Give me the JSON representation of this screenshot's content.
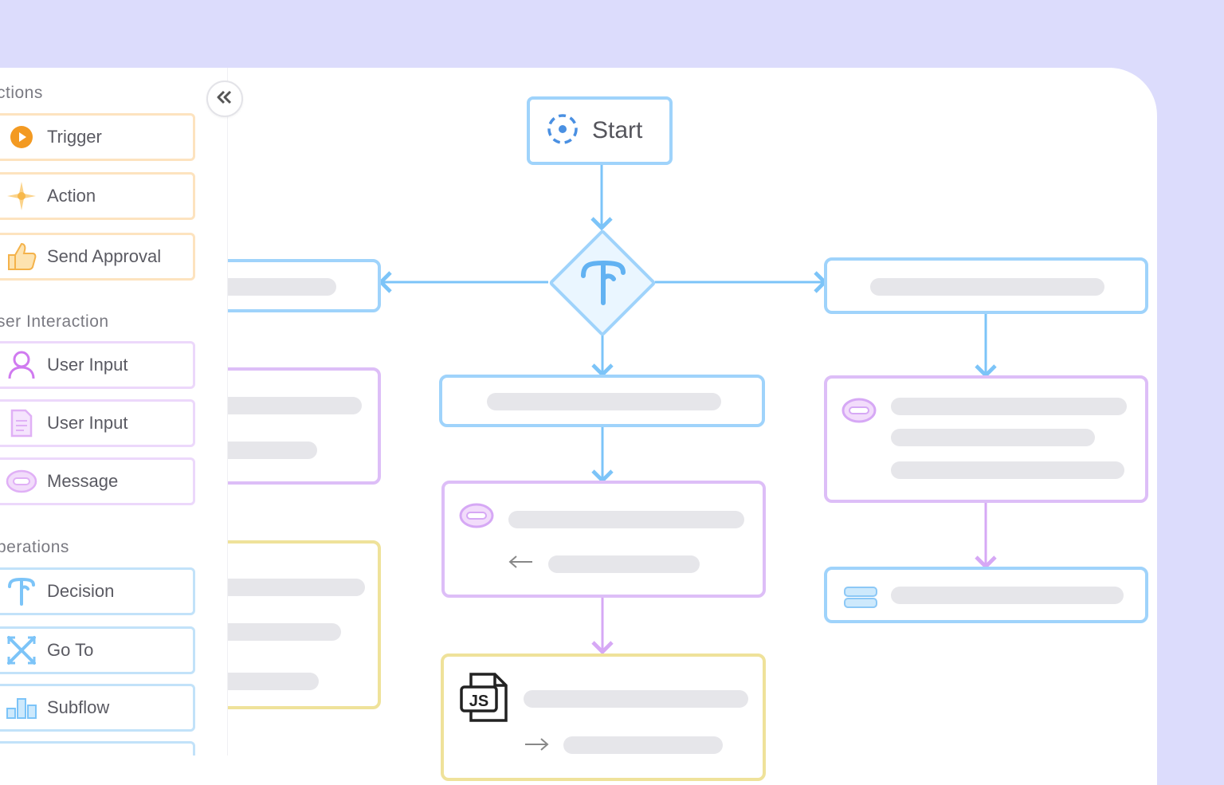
{
  "sidebar": {
    "sections": [
      {
        "title": "ctions"
      },
      {
        "title": "ser Interaction"
      },
      {
        "title": "perations"
      }
    ],
    "items": [
      {
        "label": "Trigger",
        "icon": "play-icon"
      },
      {
        "label": "Action",
        "icon": "sparkle-icon"
      },
      {
        "label": "Send Approval",
        "icon": "thumbs-up-icon"
      },
      {
        "label": "User Input",
        "icon": "user-icon"
      },
      {
        "label": "User Input",
        "icon": "document-icon"
      },
      {
        "label": "Message",
        "icon": "chat-bubble-icon"
      },
      {
        "label": "Decision",
        "icon": "branch-icon"
      },
      {
        "label": "Go To",
        "icon": "cross-arrows-icon"
      },
      {
        "label": "Subflow",
        "icon": "subflow-icon"
      }
    ]
  },
  "canvas": {
    "start_label": "Start",
    "script_badge": "JS"
  },
  "colors": {
    "background": "#dcdcfc",
    "blue_node": "#9fd3fb",
    "purple_node": "#ddbef7",
    "yellow_node": "#efe29a",
    "orange_item": "#fde3bf",
    "connector_blue": "#7cc4f8",
    "connector_purple": "#d6a8f5"
  }
}
